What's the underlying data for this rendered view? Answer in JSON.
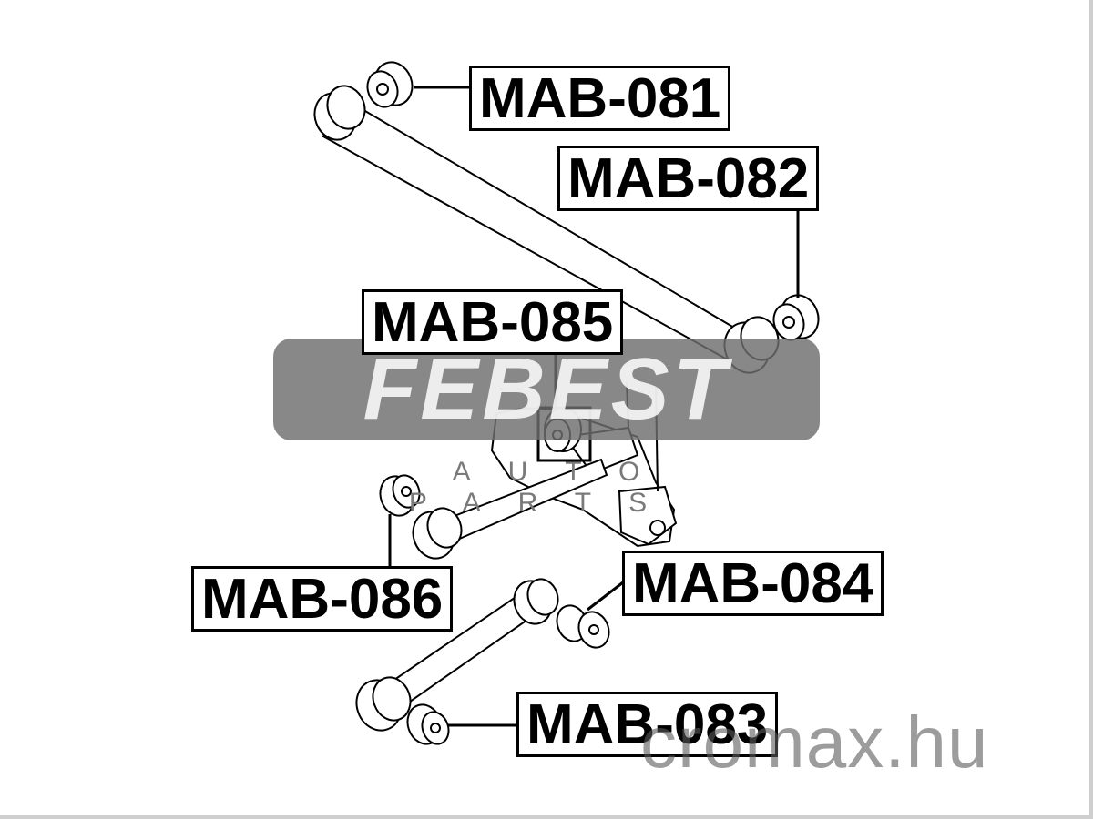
{
  "parts": [
    {
      "id": "081",
      "label": "MAB-081"
    },
    {
      "id": "082",
      "label": "MAB-082"
    },
    {
      "id": "085",
      "label": "MAB-085"
    },
    {
      "id": "086",
      "label": "MAB-086"
    },
    {
      "id": "084",
      "label": "MAB-084"
    },
    {
      "id": "083",
      "label": "MAB-083"
    }
  ],
  "brand": {
    "name": "FEBEST",
    "subtitle": "AUTO PARTS"
  },
  "watermark": "cromax.hu",
  "colors": {
    "ink": "#000000",
    "logo": "#6e6e6e",
    "watermark": "#5a5a5a"
  }
}
